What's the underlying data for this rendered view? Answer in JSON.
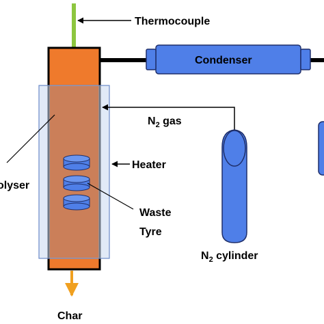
{
  "labels": {
    "thermocouple": "Thermocouple",
    "condenser": "Condenser",
    "n2_gas_sub": "2",
    "n2_gas_main": "N",
    "n2_gas_tail": " gas",
    "heater": "Heater",
    "pyrolyser": "olyser",
    "waste": "Waste",
    "tyre": "Tyre",
    "n2_cyl_main": "N",
    "n2_cyl_sub": "2",
    "n2_cyl_tail": " cylinder",
    "char": "Char"
  },
  "colors": {
    "reactor_fill": "#ef7a2c",
    "reactor_inner": "#c8774e",
    "heater_glass": "#c8d8f0",
    "blue_component": "#4f7fe8",
    "thermocouple": "#8dc63f",
    "char_arrow": "#f0a020",
    "line": "#000000"
  }
}
